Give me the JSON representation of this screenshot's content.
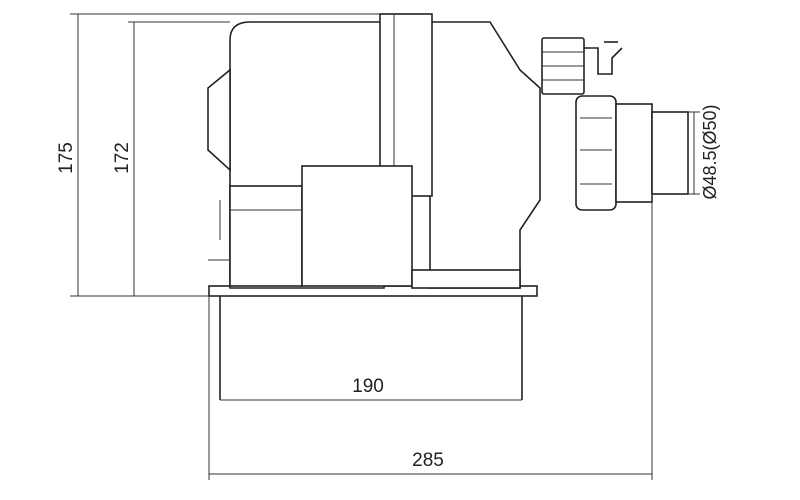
{
  "dimensions": {
    "total_height": "175",
    "body_height": "172",
    "base_width": "190",
    "total_width": "285",
    "outlet_diameter": "Ø48.5(Ø50)"
  },
  "colors": {
    "line": "#222222",
    "background": "#ffffff"
  }
}
